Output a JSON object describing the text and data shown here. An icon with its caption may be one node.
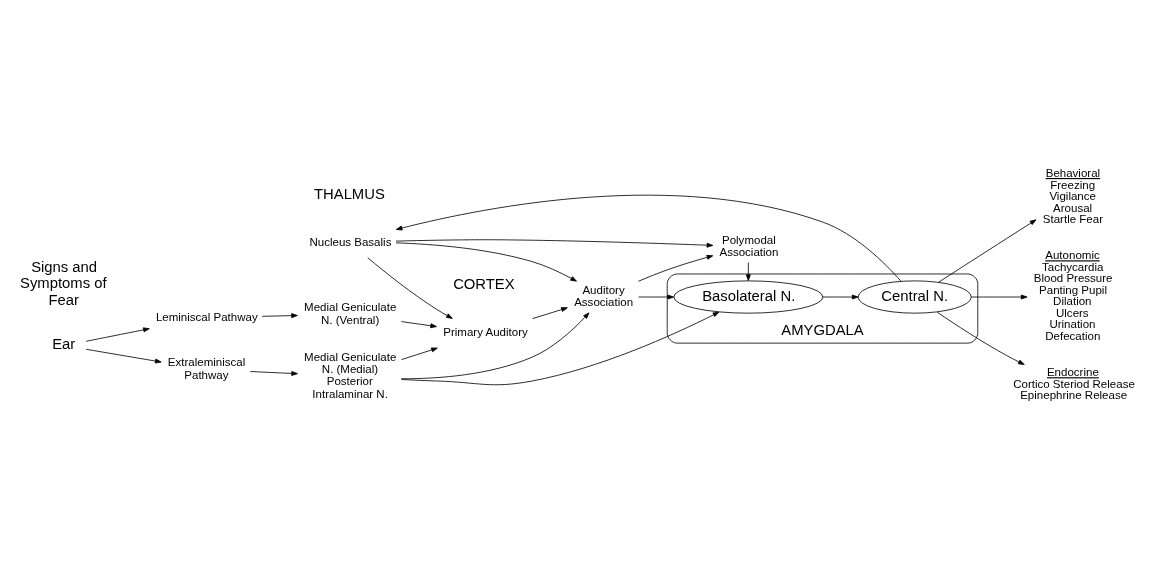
{
  "diagram": {
    "nodes": [
      {
        "text": [
          "Ear"
        ]
      },
      {
        "text": [
          "Leminiscal Pathway"
        ]
      },
      {
        "text": [
          "Extraleminiscal Pathway"
        ]
      },
      {
        "text": [
          "Medial Geniculate N. (Ventral)"
        ]
      },
      {
        "text": [
          "Medial Geniculate N. (Medial) Posterior Intralaminar N."
        ]
      },
      {
        "text": [
          "Primary Auditory"
        ]
      },
      {
        "text": [
          "Auditory Association"
        ]
      },
      {
        "text": [
          "Polymodal Association"
        ]
      },
      {
        "text": [
          "Nucleus Basalis"
        ]
      },
      {
        "text": [
          "AMYGDALA"
        ]
      },
      {
        "text": [
          "Basolateral N."
        ],
        "in": 9
      },
      {
        "text": [
          "Central N."
        ],
        "in": 9
      },
      {
        "text": [
          "Behavioral",
          "Freezing Vigilance Arousal Startle Fear"
        ]
      },
      {
        "text": [
          "Autonomic",
          "Tachycardia Blood Pressure Panting Pupil Dilation Ulcers Urination Defecation"
        ]
      },
      {
        "text": [
          "Endocrine",
          "Cortico Steriod Release Epinephrine Release"
        ]
      }
    ],
    "edges": [
      {
        "from": 0,
        "to": 1,
        "arrow": "to"
      },
      {
        "from": 0,
        "to": 2,
        "arrow": "to"
      },
      {
        "from": 1,
        "to": 3,
        "arrow": "to"
      },
      {
        "from": 2,
        "to": 4,
        "arrow": "to"
      },
      {
        "from": 3,
        "to": 5,
        "arrow": "to"
      },
      {
        "from": 5,
        "to": 6,
        "arrow": "to"
      },
      {
        "from": 6,
        "to": 7,
        "arrow": "to"
      },
      {
        "from": 4,
        "to": 5,
        "arrow": "to"
      },
      {
        "from": 4,
        "to": 6,
        "arrow": "to"
      },
      {
        "from": 4,
        "to": 10,
        "arrow": "to"
      },
      {
        "from": 6,
        "to": 10,
        "arrow": "to"
      },
      {
        "from": 7,
        "to": 10,
        "arrow": "to"
      },
      {
        "from": 10,
        "to": 11,
        "arrow": "to"
      },
      {
        "from": 11,
        "to": 8,
        "arrow": "to"
      },
      {
        "from": 8,
        "to": 5,
        "arrow": "to"
      },
      {
        "from": 8,
        "to": 6,
        "arrow": "to"
      },
      {
        "from": 8,
        "to": 7,
        "arrow": "to"
      },
      {
        "from": 11,
        "to": 12,
        "arrow": "to"
      },
      {
        "from": 11,
        "to": 13,
        "arrow": "to"
      },
      {
        "from": 11,
        "to": 14,
        "arrow": "to"
      }
    ],
    "labels": [
      "THALMUS",
      "CORTEX",
      "Signs and Symptoms of Fear"
    ]
  }
}
